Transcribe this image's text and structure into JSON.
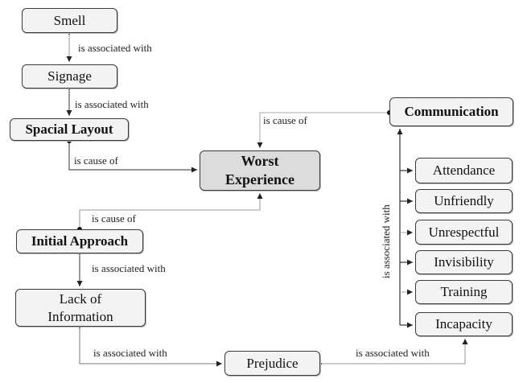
{
  "nodes": {
    "smell": "Smell",
    "signage": "Signage",
    "spacial_layout": "Spacial Layout",
    "worst_experience_line1": "Worst",
    "worst_experience_line2": "Experience",
    "initial_approach": "Initial Approach",
    "lack_of_information_line1": "Lack of",
    "lack_of_information_line2": "Information",
    "prejudice": "Prejudice",
    "communication": "Communication",
    "attendance": "Attendance",
    "unfriendly": "Unfriendly",
    "unrespectful": "Unrespectful",
    "invisibility": "Invisibility",
    "training": "Training",
    "incapacity": "Incapacity"
  },
  "edges": {
    "smell_signage": "is associated with",
    "signage_spacial": "is associated with",
    "spacial_worst": "is cause of",
    "communication_worst": "is cause of",
    "initial_worst": "is cause of",
    "initial_lack": "is associated with",
    "lack_prejudice": "is associated with",
    "prejudice_incapacity": "is associated with",
    "communication_children": "is associated with"
  },
  "colors": {
    "node_fill": "#f3f3f3",
    "central_fill": "#dcdcdc",
    "dark_line": "#333333",
    "light_line": "#9a9a9a"
  }
}
